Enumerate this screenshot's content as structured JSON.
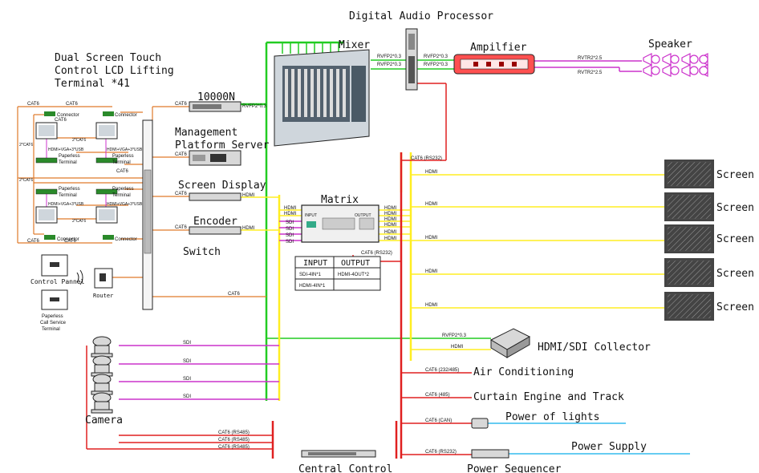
{
  "labels": {
    "dsp": "Digital Audio Processor",
    "mixer": "Mixer",
    "amplifier": "Ampilfier",
    "speaker": "Speaker",
    "dual_line1": "Dual Screen Touch",
    "dual_line2": "Control LCD Lifting",
    "dual_line3": "Terminal *41",
    "switch_10000n": "10000N",
    "mgmt_line1": "Management",
    "mgmt_line2": "Platform Server",
    "screen_display": "Screen Display",
    "encoder": "Encoder",
    "switch": "Switch",
    "matrix": "Matrix",
    "screens": [
      "Screen",
      "Screen",
      "Screen",
      "Screen",
      "Screen"
    ],
    "collector": "HDMI/SDI Collector",
    "air": "Air Conditioning",
    "curtain": "Curtain Engine and Track",
    "lights": "Power of lights",
    "power_supply": "Power Supply",
    "camera": "Camera",
    "central": "Central Control",
    "sequencer": "Power Sequencer",
    "control_panel": "Control Pannel",
    "router": "Router",
    "paperless_call1": "Paperless",
    "paperless_call2": "Call Service",
    "paperless_call3": "Terminal",
    "connector": "Connector",
    "paperless_t1": "Paperless",
    "paperless_t2": "Terminal",
    "mic_cable": "HDMI+VGA+3*USB",
    "two_cat6": "2*CAT6"
  },
  "cables": {
    "cat6": "CAT6",
    "cat6_rs232": "CAT6 (RS232)",
    "cat6_232_485": "CAT6 (232/485)",
    "cat6_485": "CAT6 (485)",
    "cat6_can": "CAT6 (CAN)",
    "cat6_rs485": "CAT6 (RS485)",
    "hdmi": "HDMI",
    "sdi": "SDI",
    "rvfp_03": "RVFP2*0.3",
    "rvtr_25": "RVTR2*2.5"
  },
  "matrix_table": {
    "headers": [
      "INPUT",
      "OUTPUT"
    ],
    "rows": [
      [
        "SDI-4IN*1",
        "HDMI-4OUT*2"
      ],
      [
        "HDMI-4IN*1",
        ""
      ]
    ]
  },
  "matrix_ports": {
    "input": "INPUT",
    "output": "OUTPUT"
  },
  "colors": {
    "green": "#22cc22",
    "yellow": "#ffee22",
    "red": "#e02020",
    "orange": "#e07a2a",
    "magenta": "#cc33cc",
    "cyan": "#33bbee",
    "device": "#d8d8d8"
  }
}
